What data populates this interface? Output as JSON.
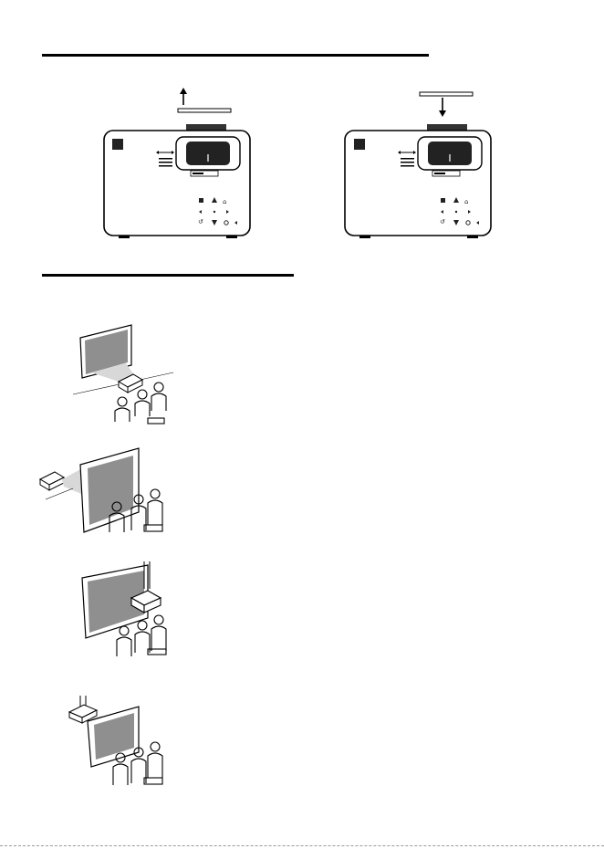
{
  "colors": {
    "ink": "#000000",
    "screen_fill": "#8f8f8f",
    "paper": "#ffffff"
  },
  "icons": {
    "arrow_up": "arrow-up-icon",
    "arrow_down": "arrow-down-icon",
    "projector": "projector-icon",
    "screen": "projection-screen-icon",
    "audience": "audience-icon"
  },
  "focus_panel": {
    "left_direction": "up",
    "right_direction": "down",
    "control_glyphs": [
      "■",
      "▲",
      "⌂",
      "◄",
      "●",
      "►",
      "↺",
      "▼",
      "⏻",
      "◂"
    ]
  },
  "installation_panel": {
    "scenarios": [
      {
        "id": "front-table",
        "mount": "table",
        "position": "front"
      },
      {
        "id": "rear-table",
        "mount": "table",
        "position": "rear"
      },
      {
        "id": "front-ceiling",
        "mount": "ceiling",
        "position": "front"
      },
      {
        "id": "rear-ceiling",
        "mount": "ceiling",
        "position": "rear"
      }
    ]
  }
}
